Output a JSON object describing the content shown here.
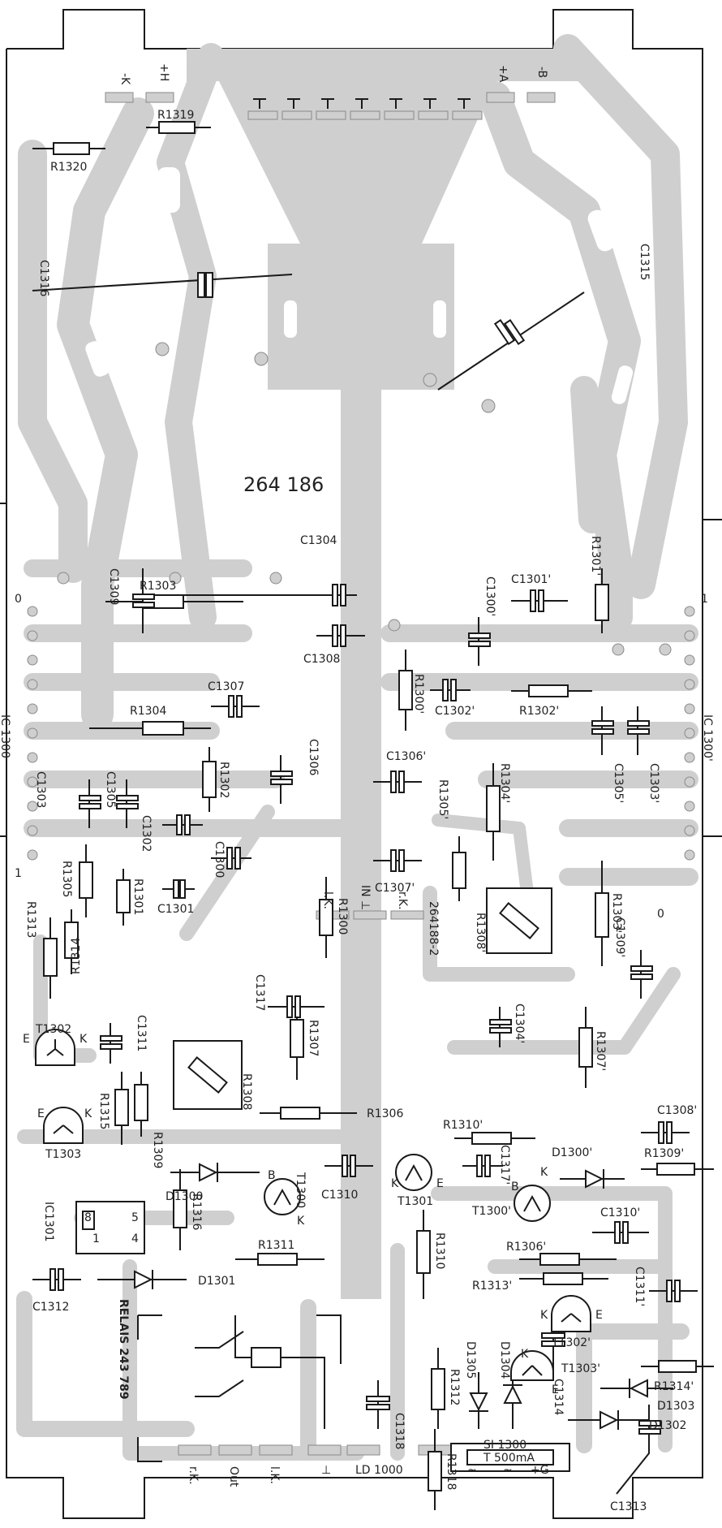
{
  "board": {
    "number": "264 186",
    "mirror_text": "264188-2",
    "relay": "RELAIS 243 789"
  },
  "top_connectors": [
    "-K",
    "+H",
    "+A",
    "-B"
  ],
  "bottom_connectors": [
    "r.K.",
    "Out",
    "l.K.",
    "⊥",
    "LD 1000",
    "~",
    "~",
    "+G"
  ],
  "center_pads": [
    "l.K.",
    "IN ⊥",
    "r.K."
  ],
  "ic": {
    "left": "IC 1300",
    "right": "IC 1300'",
    "ic1301": "IC1301"
  },
  "components": {
    "resistors": [
      "R1320",
      "R1319",
      "R1303",
      "R1304",
      "R1302",
      "R1305",
      "R1301",
      "R1313",
      "R1314",
      "R1315",
      "R1309",
      "R1316",
      "R1311",
      "R1307",
      "R1306",
      "R1300",
      "R1310",
      "R1312",
      "R1318",
      "R1301'",
      "R1302'",
      "R1300'",
      "R1305'",
      "R1304'",
      "R1303'",
      "R1307'",
      "R1310'",
      "R1306'",
      "R1313'",
      "R1309'",
      "R1314'"
    ],
    "capacitors": [
      "C1316",
      "C1315",
      "C1304",
      "C1309",
      "C1308",
      "C1307",
      "C1303",
      "C1305",
      "C1306",
      "C1302",
      "C1300",
      "C1301",
      "C1311",
      "C1317",
      "C1310",
      "C1312",
      "C1314",
      "C1318",
      "C1313",
      "C1300'",
      "C1301'",
      "C1302'",
      "C1306'",
      "C1307'",
      "C1305'",
      "C1303'",
      "C1309'",
      "C1304'",
      "C1317'",
      "C1308'",
      "C1310'",
      "C1311'"
    ],
    "diodes": [
      "D1300",
      "D1301",
      "D1305",
      "D1304",
      "D1303",
      "D1302",
      "D1300'"
    ],
    "transistors": [
      "T1302",
      "T1303",
      "T1300",
      "T1301",
      "T1300'",
      "T1302'",
      "T1303'"
    ],
    "trimmers": [
      "R1308",
      "R1308'"
    ],
    "fuse": [
      "SI 1300",
      "T 500mA"
    ]
  },
  "pin_marks": {
    "left_0": "0",
    "left_1": "1",
    "right_1": "1",
    "right_0": "0",
    "ic_8": "8",
    "ic_5": "5",
    "ic_1": "1",
    "ic_4": "4"
  },
  "transistor_pins": {
    "E": "E",
    "K": "K",
    "B": "B"
  },
  "colors": {
    "trace": "#cfcfcf",
    "ink": "#1a1a1a",
    "paper": "#ffffff"
  }
}
